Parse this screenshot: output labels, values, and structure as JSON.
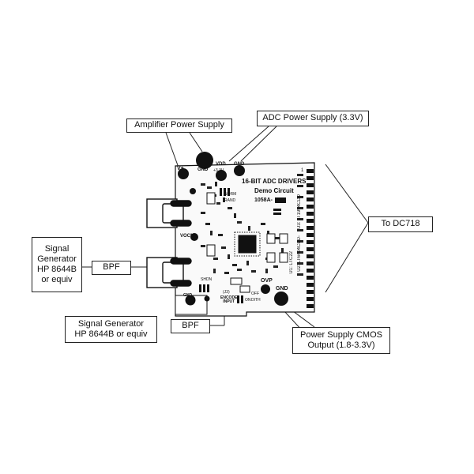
{
  "labels": {
    "amp_supply": "Amplifier Power Supply",
    "adc_supply": "ADC Power Supply (3.3V)",
    "to_dc718": "To DC718",
    "siggen_1": "Signal\nGenerator\nHP 8644B\nor equiv",
    "bpf_1": "BPF",
    "siggen_2": "Signal Generator\nHP 8644B or equiv",
    "bpf_2": "BPF",
    "cmos_supply": "Power Supply CMOS\nOutput (1.8-3.3V)"
  },
  "board": {
    "title_line1": "16-BIT ADC DRIVERS",
    "title_line2": "Demo Circuit",
    "title_line3": "1058A-",
    "v_plus": "V+",
    "gnd_amp": "GND",
    "vdd": "VDD",
    "v33": "+3.3V",
    "gnd_adc": "GND",
    "vocm": "VOCM",
    "ovp": "OVP",
    "gnd_out": "GND",
    "encode_input": "ENCODE\nINPUT",
    "encode_ref": "(J3)",
    "u1": "U1: LTC22",
    "u2": "U2: LT6404CDD-",
    "u3": "U3: LT1994CDD",
    "off": "OFF",
    "on": "ON",
    "dith": "DITH",
    "norm": "NORM",
    "rand": "RAND",
    "shdn": "SHDN",
    "gnd_bottom": "GND",
    "pin1": "1"
  }
}
